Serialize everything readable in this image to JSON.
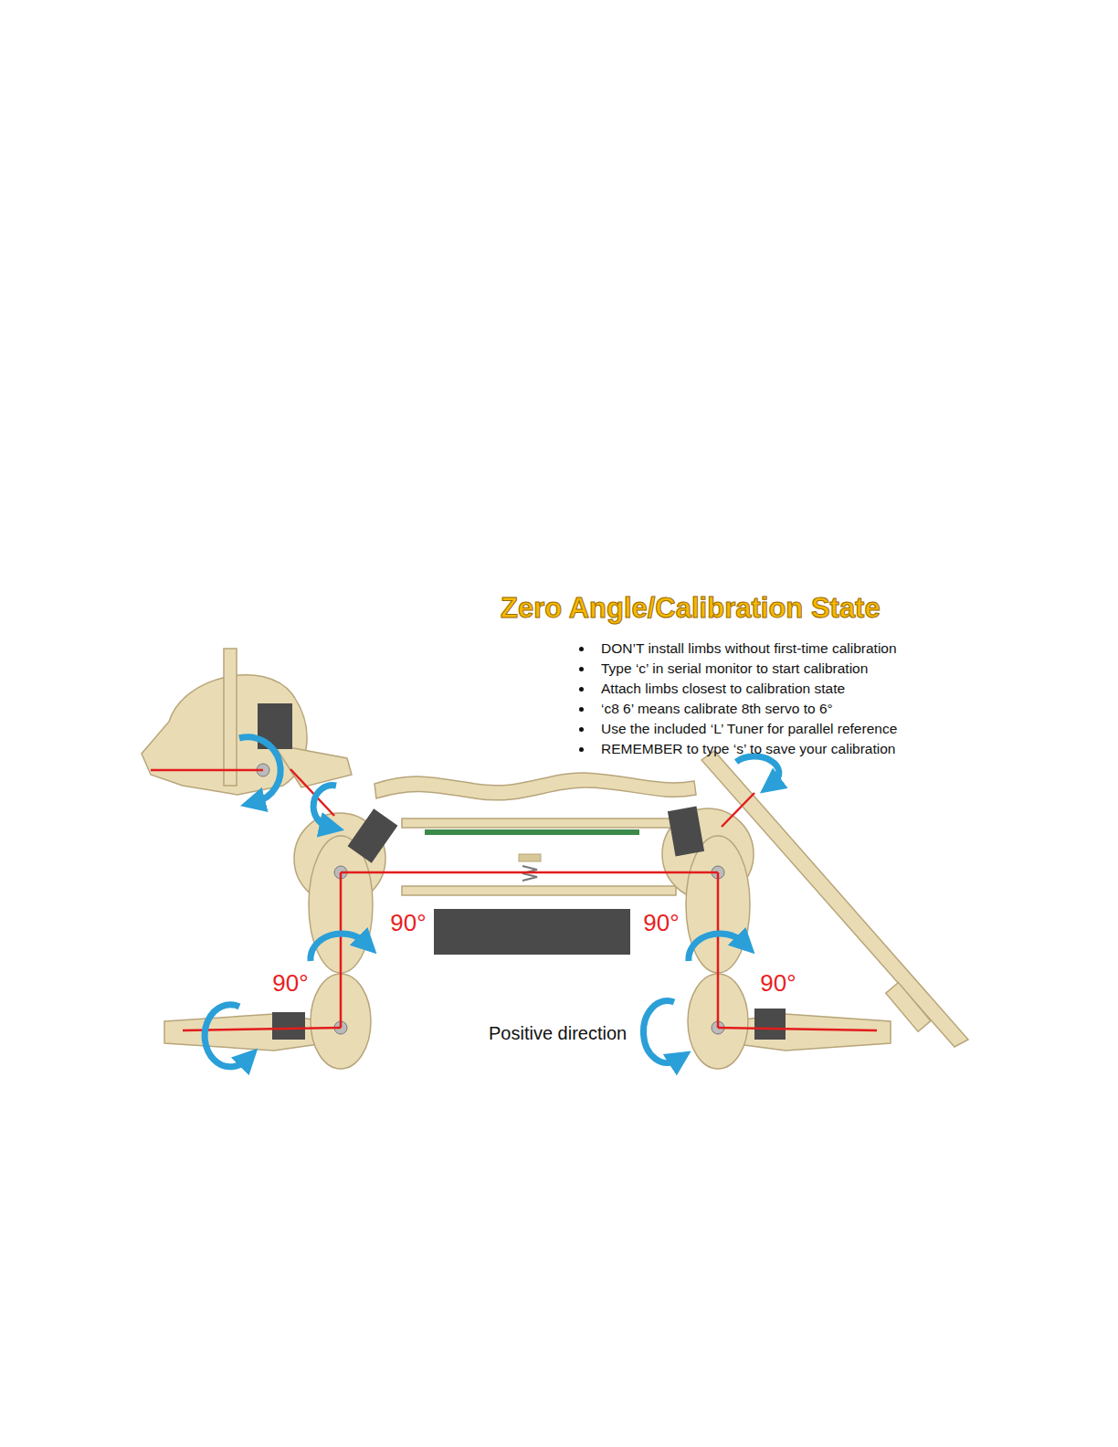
{
  "diagram": {
    "title": "Zero Angle/Calibration State",
    "labels": [
      "DON’T install limbs without first-time calibration",
      "Type ‘c’ in serial monitor to start calibration",
      "Attach limbs closest to calibration state",
      "‘c8 6’ means calibrate 8th servo to 6°",
      "Use the included ‘L’ Tuner for parallel reference",
      "REMEMBER to type ‘s’ to save your calibration",
      "90°",
      "90°",
      "90°",
      "90°",
      "Positive direction"
    ]
  }
}
